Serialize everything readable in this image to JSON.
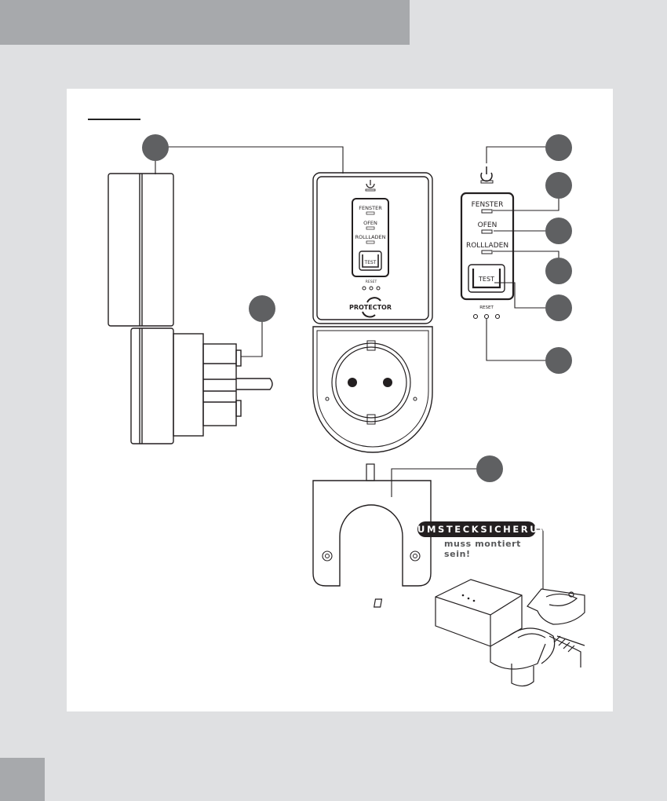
{
  "panel": {
    "labels": {
      "window": "FENSTER",
      "stove": "OFEN",
      "shutter": "ROLLLADEN",
      "test": "TEST",
      "reset": "RESET"
    }
  },
  "device": {
    "brand": "PROTECTOR"
  },
  "notice": {
    "badge": "UMSTECKSICHERUNG",
    "text": "muss montiert sein!"
  },
  "colors": {
    "header_bar": "#a7a9ac",
    "background": "#dfe0e2",
    "callout": "#5f6062",
    "ink": "#231f20"
  }
}
